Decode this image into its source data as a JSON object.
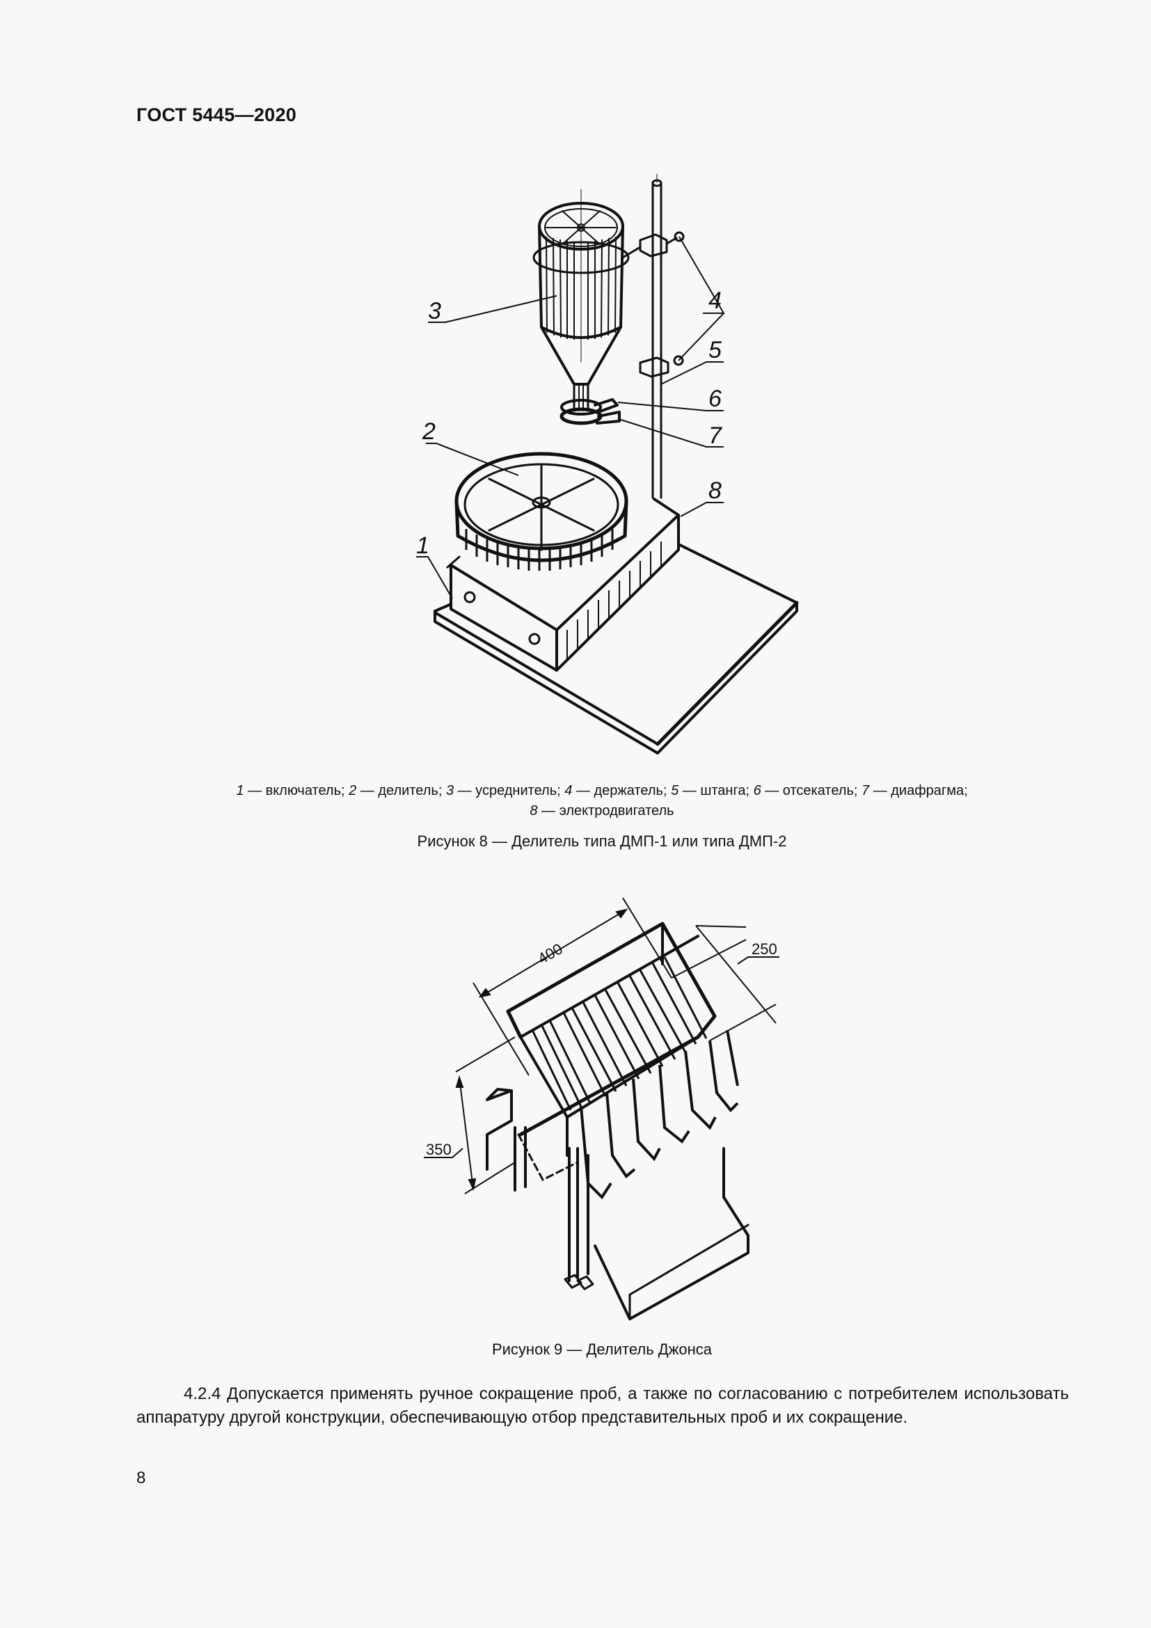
{
  "document": {
    "header": "ГОСТ 5445—2020",
    "page_number": "8"
  },
  "figure8": {
    "callouts": [
      "1",
      "2",
      "3",
      "4",
      "5",
      "6",
      "7",
      "8"
    ],
    "legend": [
      {
        "num": "1",
        "text": " — включатель; "
      },
      {
        "num": "2",
        "text": " — делитель; "
      },
      {
        "num": "3",
        "text": " — усреднитель; "
      },
      {
        "num": "4",
        "text": " — держатель; "
      },
      {
        "num": "5",
        "text": " — штанга; "
      },
      {
        "num": "6",
        "text": " — отсекатель; "
      },
      {
        "num": "7",
        "text": " — диафрагма;"
      },
      {
        "num": "8",
        "text": " — электродвигатель"
      }
    ],
    "caption": "Рисунок 8 — Делитель типа ДМП-1 или типа ДМП-2"
  },
  "figure9": {
    "dimensions": {
      "length": "400",
      "width": "250",
      "height": "350"
    },
    "caption": "Рисунок 9 — Делитель Джонса"
  },
  "paragraph_4_2_4": {
    "text": "4.2.4 Допускается применять ручное сокращение проб, а также по согласованию с потребителем использовать аппаратуру другой конструкции, обеспечивающую отбор представительных проб и их сокращение."
  }
}
